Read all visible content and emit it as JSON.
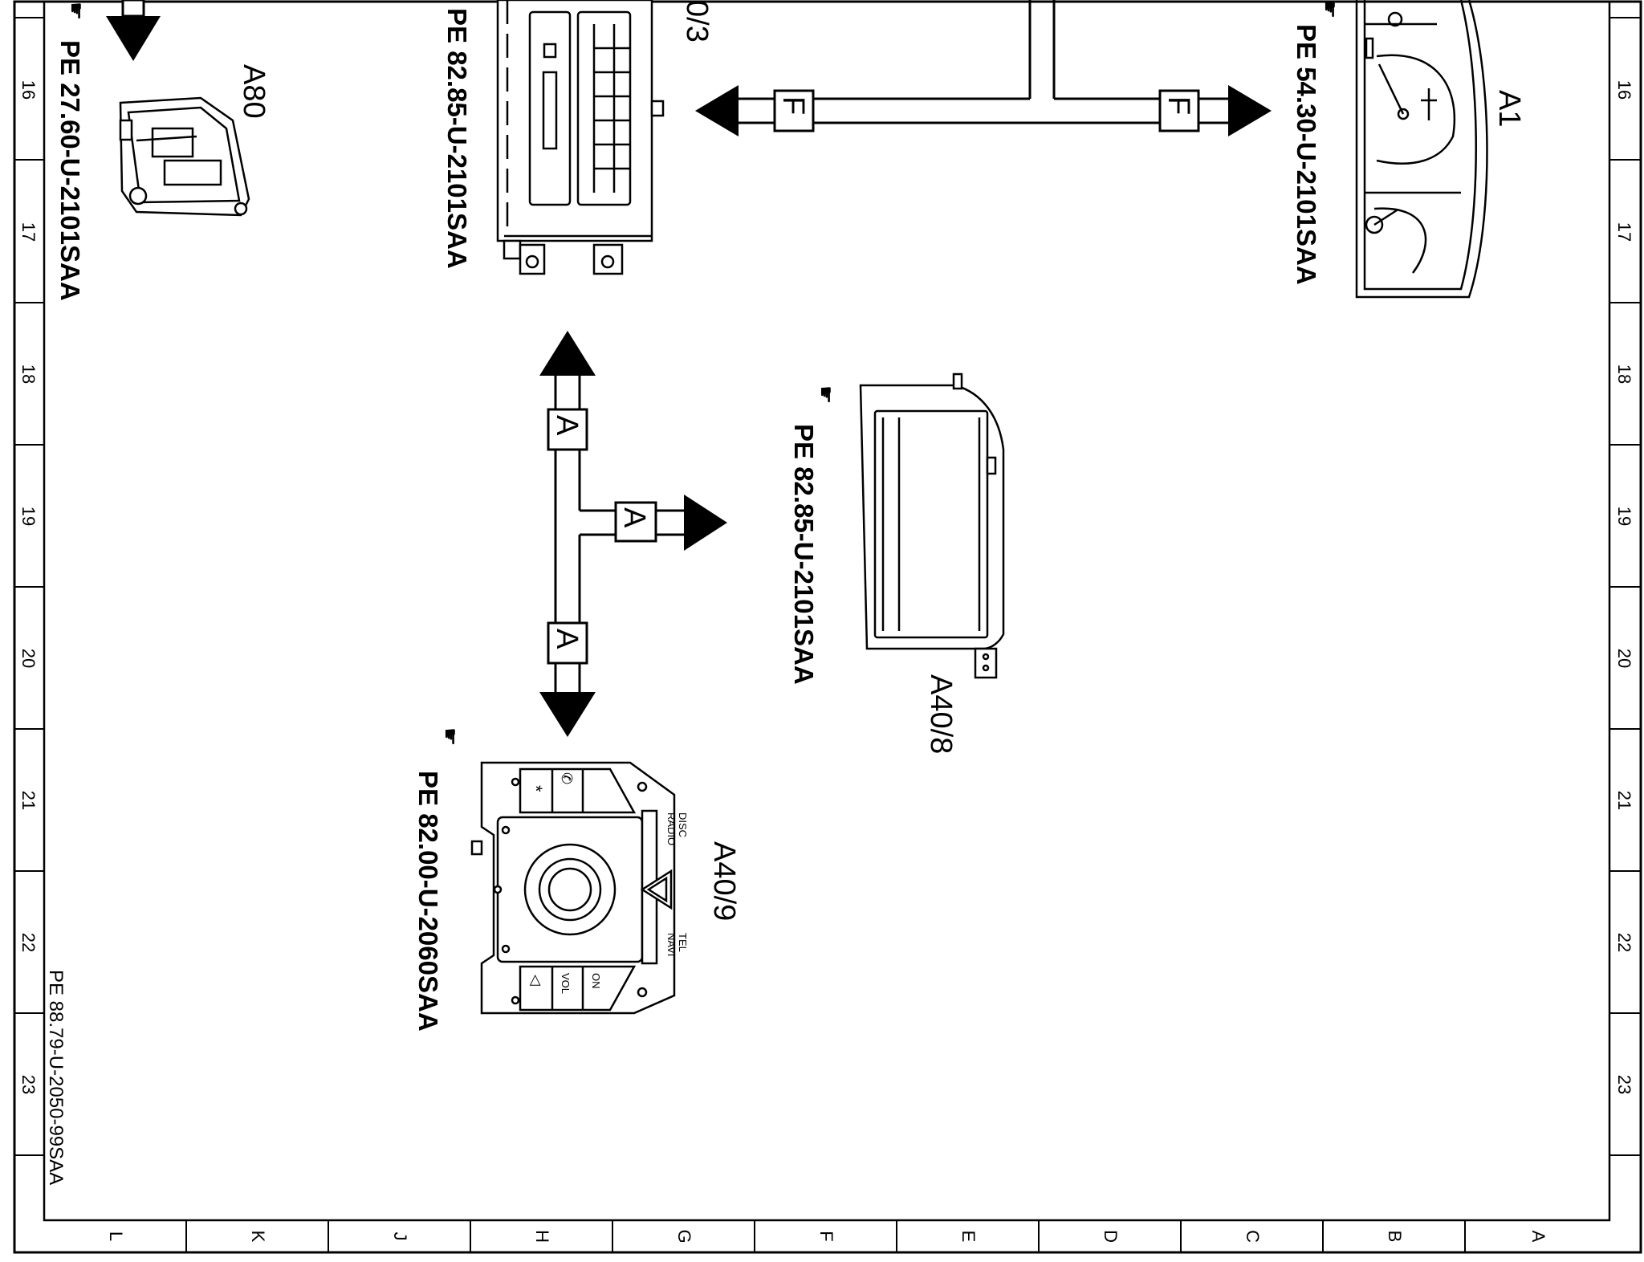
{
  "frame": {
    "row_labels": [
      "16",
      "17",
      "18",
      "19",
      "20",
      "21",
      "22",
      "23"
    ],
    "col_labels": [
      "L",
      "K",
      "J",
      "H",
      "G",
      "F",
      "E",
      "D",
      "C",
      "B",
      "A"
    ]
  },
  "drawing_number": "PE 88.79-U-2050-99SAA",
  "components": {
    "a80": {
      "label": "A80",
      "ref": "PE 27.60-U-2101SAA"
    },
    "a40_3": {
      "label_fragment": "0/3",
      "ref": "PE 82.85-U-2101SAA"
    },
    "a1": {
      "label": "A1",
      "ref": "PE 54.30-U-2101SAA"
    },
    "a40_8": {
      "label": "A40/8",
      "ref": "PE 82.85-U-2101SAA"
    },
    "a40_9": {
      "label": "A40/9",
      "ref": "PE 82.00-U-2060SAA",
      "buttons": {
        "disc": "DISC",
        "radio": "RADIO",
        "tel": "TEL",
        "navi": "NAVI",
        "vol": "VOL",
        "on": "ON",
        "star": "*"
      }
    }
  },
  "connectors": {
    "bus_f": {
      "tag": "F"
    },
    "bus_a": {
      "tag": "A"
    }
  }
}
